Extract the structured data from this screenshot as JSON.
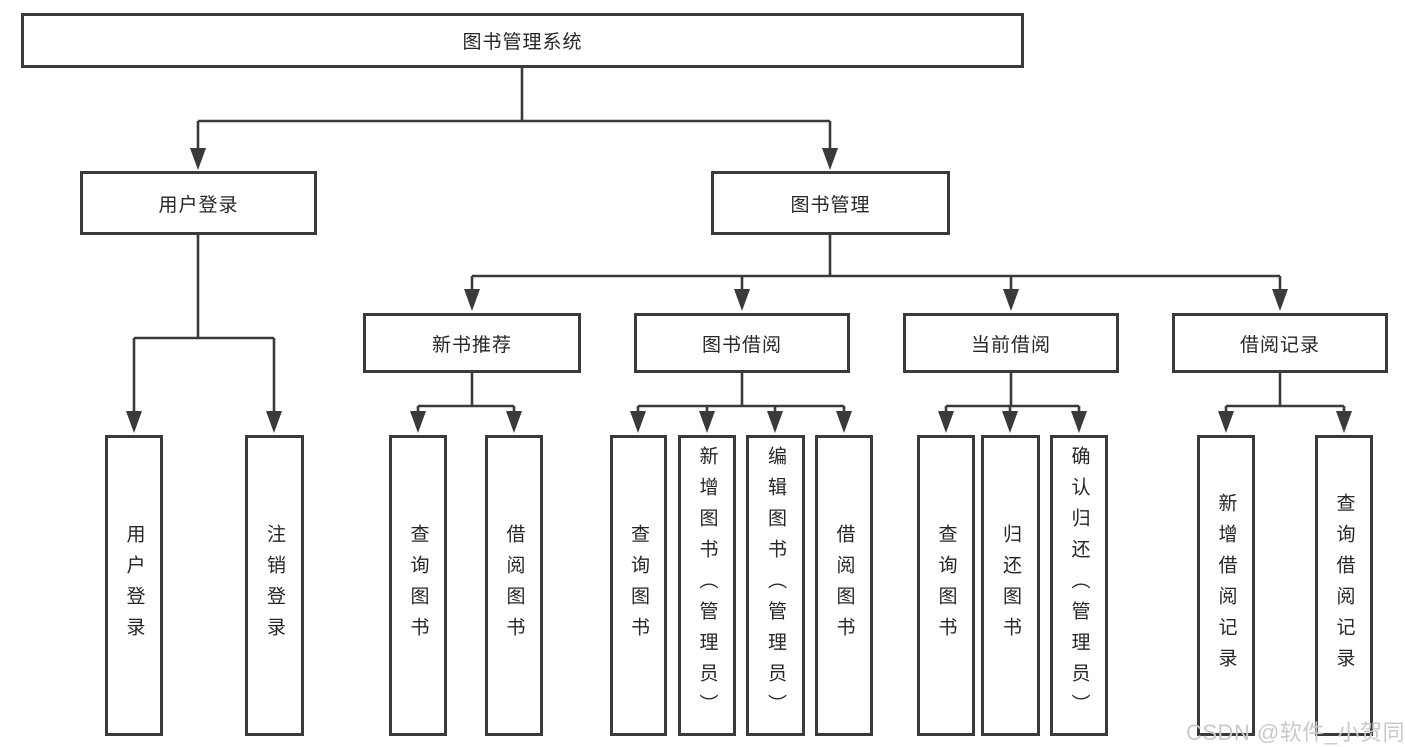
{
  "diagram": {
    "title": "图书管理系统",
    "branches": [
      {
        "label": "用户登录",
        "children": [
          {
            "label": "用户登录"
          },
          {
            "label": "注销登录"
          }
        ]
      },
      {
        "label": "图书管理",
        "children": [
          {
            "label": "新书推荐",
            "children": [
              {
                "label": "查询图书"
              },
              {
                "label": "借阅图书"
              }
            ]
          },
          {
            "label": "图书借阅",
            "children": [
              {
                "label": "查询图书"
              },
              {
                "label": "新增图书（管理员）"
              },
              {
                "label": "编辑图书（管理员）"
              },
              {
                "label": "借阅图书"
              }
            ]
          },
          {
            "label": "当前借阅",
            "children": [
              {
                "label": "查询图书"
              },
              {
                "label": "归还图书"
              },
              {
                "label": "确认归还（管理员）"
              }
            ]
          },
          {
            "label": "借阅记录",
            "children": [
              {
                "label": "新增借阅记录"
              },
              {
                "label": "查询借阅记录"
              }
            ]
          }
        ]
      }
    ]
  },
  "watermark": {
    "text": "CSDN @软件_小贺同学"
  },
  "colors": {
    "line": "#3a3a3a",
    "text": "#262626",
    "watermark": "#c9c9c9",
    "background": "#ffffff"
  }
}
